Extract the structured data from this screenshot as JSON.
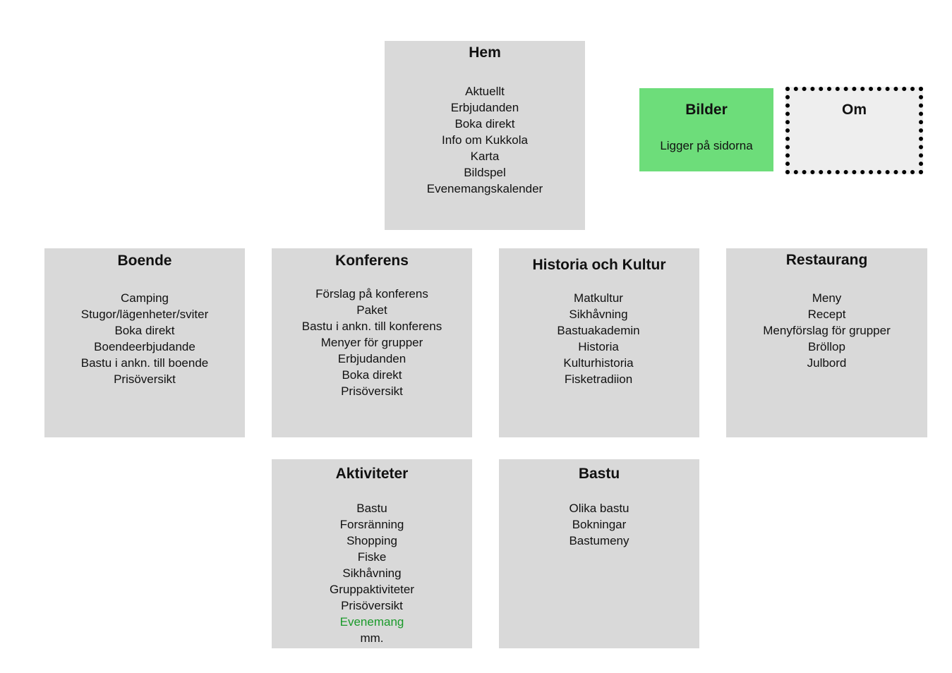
{
  "hem": {
    "title": "Hem",
    "items": [
      "Aktuellt",
      "Erbjudanden",
      "Boka direkt",
      "Info om Kukkola",
      "Karta",
      "Bildspel",
      "Evenemangskalender"
    ]
  },
  "bilder": {
    "title": "Bilder",
    "note": "Ligger på sidorna",
    "color": "#6ddd7a"
  },
  "om": {
    "title": "Om"
  },
  "boende": {
    "title": "Boende",
    "items": [
      "Camping",
      "Stugor/lägenheter/sviter",
      "Boka direkt",
      "Boendeerbjudande",
      "Bastu i ankn. till boende",
      "Prisöversikt"
    ]
  },
  "konferens": {
    "title": "Konferens",
    "items": [
      "Förslag på konferens",
      "Paket",
      "Bastu i ankn. till konferens",
      "Menyer för grupper",
      "Erbjudanden",
      "Boka direkt",
      "Prisöversikt"
    ]
  },
  "historia": {
    "title": "Historia och Kultur",
    "items": [
      "Matkultur",
      "Sikhåvning",
      "Bastuakademin",
      "Historia",
      "Kulturhistoria",
      "Fisketradiion"
    ]
  },
  "restaurang": {
    "title": "Restaurang",
    "items": [
      "Meny",
      "Recept",
      "Menyförslag för grupper",
      "Bröllop",
      "Julbord"
    ]
  },
  "aktiviteter": {
    "title": "Aktiviteter",
    "items": [
      "Bastu",
      "Forsränning",
      "Shopping",
      "Fiske",
      "Sikhåvning",
      "Gruppaktiviteter",
      "Prisöversikt",
      "Evenemang",
      "mm."
    ],
    "highlight_color": "#1a9a2a"
  },
  "bastu": {
    "title": "Bastu",
    "items": [
      "Olika bastu",
      "Bokningar",
      "Bastumeny"
    ]
  },
  "box_color": "#d9d9d9"
}
